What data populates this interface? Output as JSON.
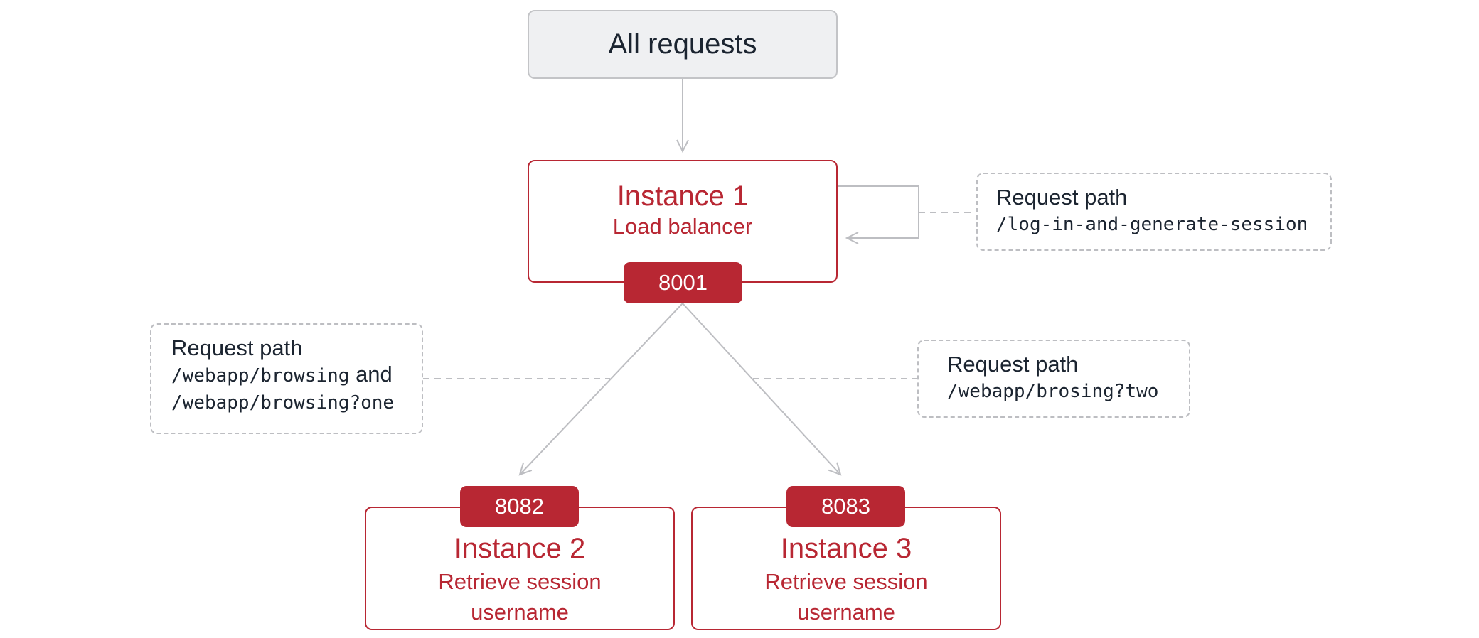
{
  "top": {
    "label": "All requests"
  },
  "instances": [
    {
      "title": "Instance 1",
      "subtitle": "Load balancer",
      "port": "8001"
    },
    {
      "title": "Instance 2",
      "subtitle_line1": "Retrieve session",
      "subtitle_line2": "username",
      "port": "8082"
    },
    {
      "title": "Instance 3",
      "subtitle_line1": "Retrieve session",
      "subtitle_line2": "username",
      "port": "8083"
    }
  ],
  "notes": {
    "right": {
      "label": "Request path",
      "path": "/log-in-and-generate-session"
    },
    "left": {
      "label": "Request path",
      "path1": "/webapp/browsing",
      "conj": " and",
      "path2": "/webapp/browsing?one"
    },
    "mid": {
      "label": "Request path",
      "path": "/webapp/brosing?two"
    }
  },
  "colors": {
    "accent": "#b82733",
    "line": "#bdbec2",
    "box_fill": "#eff0f2",
    "text": "#1b2430"
  }
}
